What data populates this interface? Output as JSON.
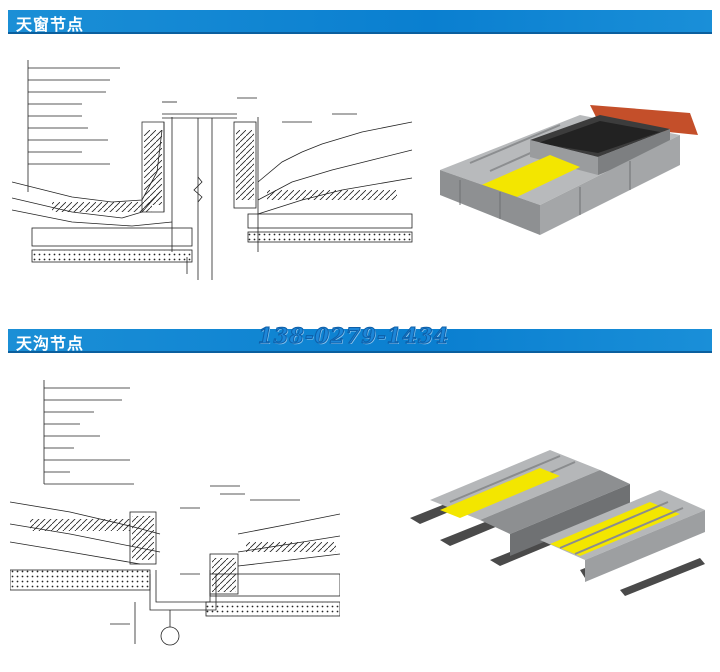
{
  "sections": [
    {
      "title": "天窗节点"
    },
    {
      "title": "天沟节点"
    }
  ],
  "phone": "138-0279-1434",
  "colors": {
    "bar": "#0a7fd0",
    "phone": "#1c86d8",
    "insulation": "#f3e600",
    "metal": "#a9abad",
    "steel": "#5b5b5b",
    "tile": "#c44f2a"
  },
  "icons": [
    "skylight-detail-drawing",
    "skylight-3d-model",
    "gutter-detail-drawing",
    "gutter-3d-model"
  ]
}
